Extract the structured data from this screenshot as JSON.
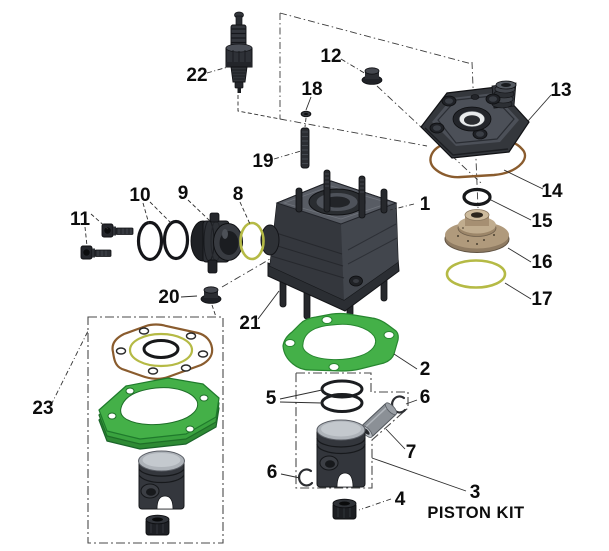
{
  "diagram": {
    "kit_label": "PISTON KIT",
    "callouts": {
      "c1": "1",
      "c2": "2",
      "c3": "3",
      "c4": "4",
      "c5": "5",
      "c6a": "6",
      "c6b": "6",
      "c7": "7",
      "c8": "8",
      "c9": "9",
      "c10": "10",
      "c11": "11",
      "c12": "12",
      "c13": "13",
      "c14": "14",
      "c15": "15",
      "c16": "16",
      "c17": "17",
      "c18": "18",
      "c19": "19",
      "c20": "20",
      "c21": "21",
      "c22": "22",
      "c23": "23"
    },
    "colors": {
      "gasket_green": "#44b048",
      "gasket_green_edge": "#27862f",
      "oring_yellow": "#b5ba45",
      "gasket_brown": "#8a5c2e",
      "oring_black": "#17181a",
      "insert_tan": "#b09a7c",
      "metal_dark": "#34373c",
      "metal_light": "#aeb3b9",
      "line": "#2e2e2e"
    }
  }
}
